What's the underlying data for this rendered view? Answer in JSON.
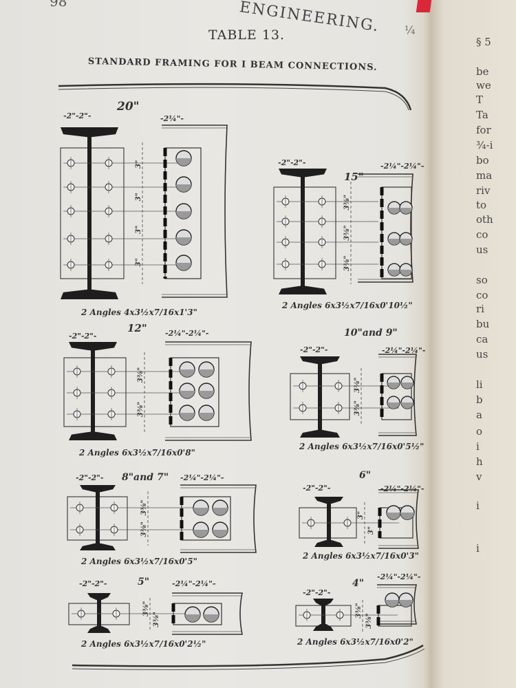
{
  "page": {
    "page_number": "98",
    "running_head": "ENGINEERING.",
    "margin_note": "¼",
    "table_title": "TABLE 13.",
    "table_subtitle": "STANDARD FRAMING FOR I BEAM CONNECTIONS."
  },
  "diagrams": [
    {
      "size_label": "20\"",
      "top_dim_left": "-2\"-2\"-",
      "top_dim_right": "-2¼\"-",
      "vdims": [
        "3\"",
        "3\"",
        "3\"",
        "3\""
      ],
      "caption": "2 Angles 4x3½x7/16x1'3\""
    },
    {
      "size_label": "15\"",
      "top_dim_left": "-2\"-2\"-",
      "top_dim_right": "-2¼\"-2¼\"-",
      "vdims": [
        "3⅜\"",
        "3⅜\"",
        "3⅜\""
      ],
      "caption": "2 Angles 6x3½x7/16x0'10½\""
    },
    {
      "size_label": "12\"",
      "top_dim_left": "-2\"-2\"-",
      "top_dim_right": "-2¼\"-2¼\"-",
      "vdims": [
        "3⅜\"",
        "3⅜\""
      ],
      "caption": "2 Angles 6x3½x7/16x0'8\""
    },
    {
      "size_label": "10\"and 9\"",
      "top_dim_left": "-2\"-2\"-",
      "top_dim_right": "-2¼\"-2¼\"-",
      "vdims": [
        "3⅜\"",
        "3⅜\""
      ],
      "caption": "2 Angles 6x3½x7/16x0'5½\""
    },
    {
      "size_label": "8\"and 7\"",
      "top_dim_left": "-2\"-2\"-",
      "top_dim_right": "-2¼\"-2¼\"-",
      "vdims": [
        "3⅜\"",
        "3⅜\""
      ],
      "caption": "2 Angles 6x3½x7/16x0'5\""
    },
    {
      "size_label": "6\"",
      "top_dim_left": "-2\"-2\"-",
      "top_dim_right": "-2¼\"-2¼\"-",
      "vdims": [
        "3\"",
        "3\""
      ],
      "caption": "2 Angles 6x3½x7/16x0'3\""
    },
    {
      "size_label": "5\"",
      "top_dim_left": "-2\"-2\"-",
      "top_dim_right": "-2¼\"-2¼\"-",
      "vdims": [
        "3⅜\"",
        "3⅜\""
      ],
      "caption": "2 Angles 6x3½x7/16x0'2½\""
    },
    {
      "size_label": "4\"",
      "top_dim_left": "-2\"-2\"-",
      "top_dim_right": "-2¼\"-2¼\"-",
      "vdims": [
        "3⅜\"",
        "3⅜\""
      ],
      "caption": "2 Angles 6x3½x7/16x0'2\""
    }
  ],
  "facing_page": {
    "section_mark": "§ 5",
    "lines": [
      "be",
      "we",
      "T",
      "Ta",
      "for",
      "¾-i",
      "bo",
      "ma",
      "riv",
      "to",
      "oth",
      "co",
      "us",
      "so",
      "co",
      "ri",
      "bu",
      "ca",
      "us",
      "li",
      "b",
      "a",
      "o",
      "i",
      "h",
      "v",
      "i",
      "i"
    ]
  }
}
